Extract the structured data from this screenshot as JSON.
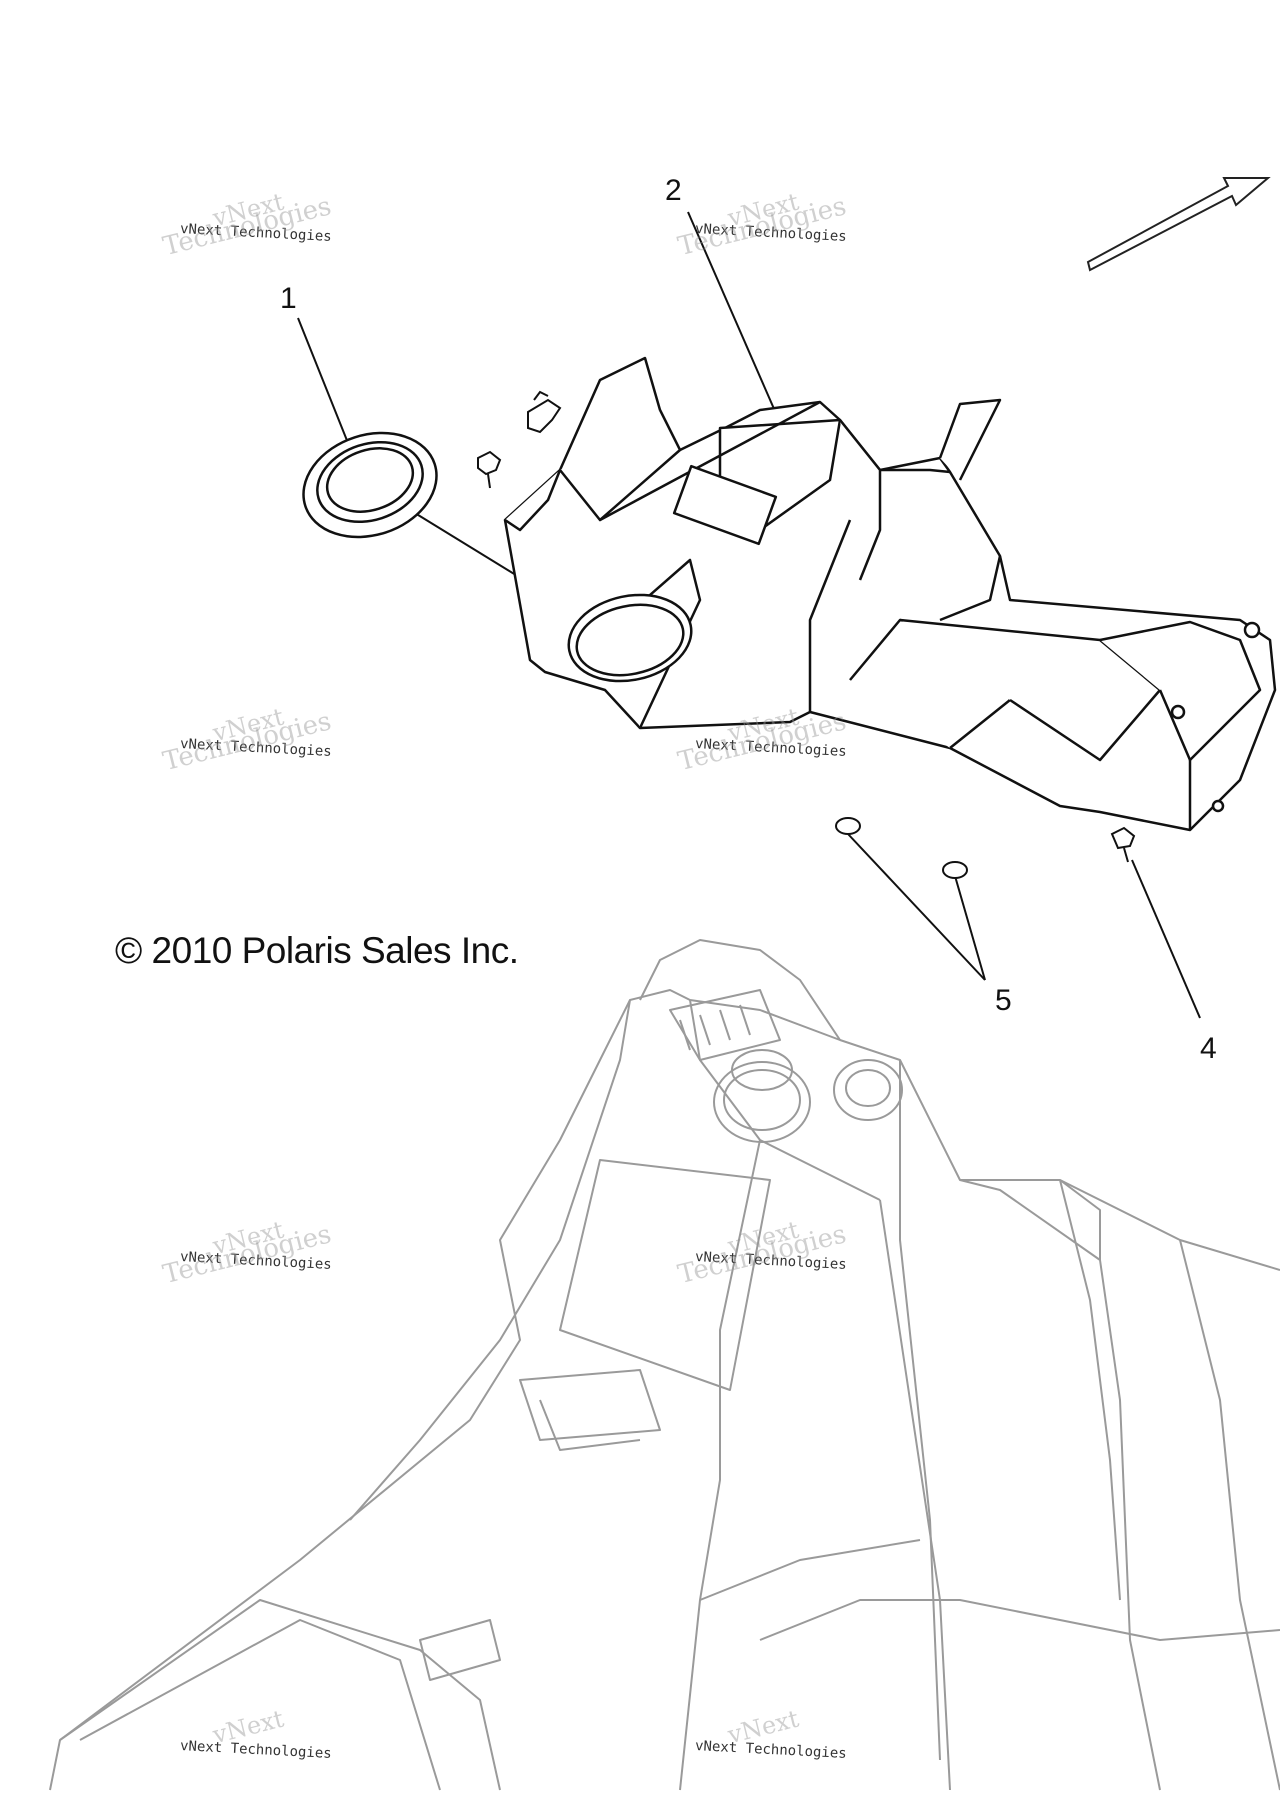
{
  "callouts": [
    {
      "id": "1",
      "label": "1"
    },
    {
      "id": "2",
      "label": "2"
    },
    {
      "id": "4",
      "label": "4"
    },
    {
      "id": "5",
      "label": "5"
    }
  ],
  "copyright": "© 2010 Polaris Sales Inc.",
  "watermark": {
    "brand": "vNext",
    "line": "vNext Technologies",
    "tech": "Technologies"
  },
  "colors": {
    "line": "#1a1a1a",
    "ghost": "#9a9a9a"
  }
}
